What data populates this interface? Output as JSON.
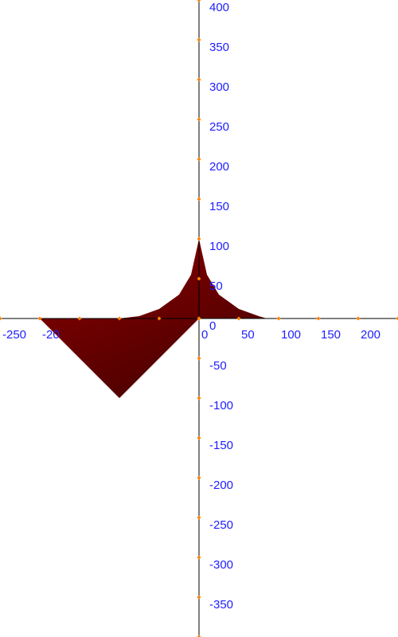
{
  "colors": {
    "axis": "#000000",
    "tick_marker": "#ff8000",
    "tick_label": "#2020ff",
    "shape_fill_light": "#8f0000",
    "shape_fill_dark": "#4a0000"
  },
  "axes": {
    "x_range": [
      -250,
      250
    ],
    "y_range": [
      -400,
      400
    ],
    "x_tick_step": 50,
    "y_tick_step": 50,
    "x_labels": [
      {
        "value": -250,
        "text": "-250"
      },
      {
        "value": -200,
        "text": "-20"
      },
      {
        "value": 0,
        "text": "0"
      },
      {
        "value": 50,
        "text": "50"
      },
      {
        "value": 100,
        "text": "100"
      },
      {
        "value": 150,
        "text": "150"
      },
      {
        "value": 200,
        "text": "200"
      }
    ],
    "y_labels": [
      {
        "value": 400,
        "text": "400"
      },
      {
        "value": 350,
        "text": "350"
      },
      {
        "value": 300,
        "text": "300"
      },
      {
        "value": 250,
        "text": "250"
      },
      {
        "value": 200,
        "text": "200"
      },
      {
        "value": 150,
        "text": "150"
      },
      {
        "value": 100,
        "text": "100"
      },
      {
        "value": 50,
        "text": "50"
      },
      {
        "value": 0,
        "text": "0"
      },
      {
        "value": -50,
        "text": "-50"
      },
      {
        "value": -100,
        "text": "-100"
      },
      {
        "value": -150,
        "text": "-150"
      },
      {
        "value": -200,
        "text": "-200"
      },
      {
        "value": -250,
        "text": "-250"
      },
      {
        "value": -300,
        "text": "-300"
      },
      {
        "value": -350,
        "text": "-350"
      }
    ]
  },
  "shape": {
    "name": "dark red filled region",
    "vertices_data_units": [
      [
        -200,
        0
      ],
      [
        -100,
        -100
      ],
      [
        0,
        0
      ]
    ],
    "upper_boundary_data_units": [
      [
        -200,
        0
      ],
      [
        -100,
        0
      ],
      [
        -75,
        3
      ],
      [
        -50,
        12
      ],
      [
        -25,
        30
      ],
      [
        -10,
        55
      ],
      [
        0,
        100
      ],
      [
        10,
        55
      ],
      [
        25,
        30
      ],
      [
        50,
        12
      ],
      [
        75,
        3
      ],
      [
        85,
        0
      ]
    ]
  }
}
